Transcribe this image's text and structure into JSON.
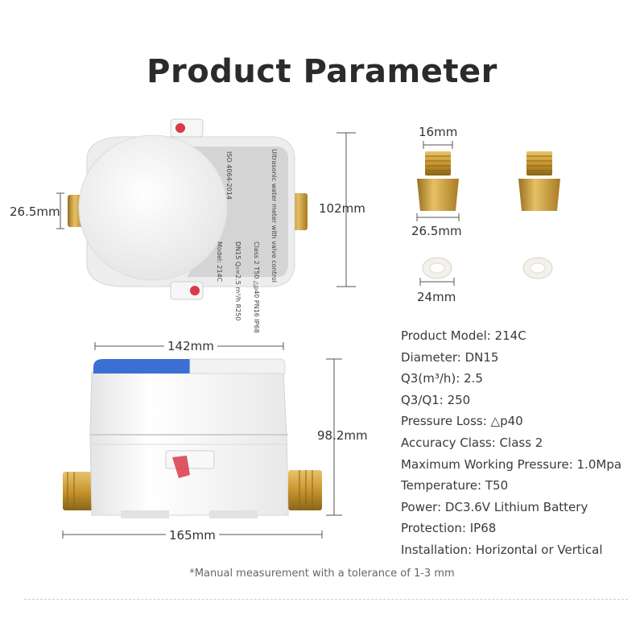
{
  "title": "Product Parameter",
  "dimensions": {
    "top_view_inlet": "26.5mm",
    "top_view_width": "102mm",
    "fitting_thread": "16mm",
    "fitting_width": "26.5mm",
    "washer": "24mm",
    "side_length": "142mm",
    "side_height": "98.2mm",
    "overall_length": "165mm"
  },
  "label_plate": {
    "line1": "ISO 4064-2014",
    "line2": "Model: 214C",
    "line3": "DN15  Q₃=2.5 m³/h  R250",
    "line4": "Class 2  T50  △p40  PN16  IP68",
    "line5": "Ultrasonic water meter with valve control"
  },
  "specs": [
    {
      "label": "Product Model",
      "value": "214C"
    },
    {
      "label": "Diameter",
      "value": "DN15"
    },
    {
      "label": "Q3(m³/h)",
      "value": "2.5"
    },
    {
      "label": "Q3/Q1",
      "value": "250"
    },
    {
      "label": "Pressure Loss",
      "value": "△p40"
    },
    {
      "label": "Accuracy Class",
      "value": "Class 2"
    },
    {
      "label": "Maximum Working Pressure",
      "value": "1.0Mpa"
    },
    {
      "label": "Temperature",
      "value": "T50"
    },
    {
      "label": "Power",
      "value": "DC3.6V Lithium Battery"
    },
    {
      "label": "Protection",
      "value": "IP68"
    },
    {
      "label": "Installation",
      "value": "Horizontal or Vertical"
    }
  ],
  "note": "*Manual measurement with a tolerance of 1-3 mm",
  "colors": {
    "brass": "#c8962e",
    "meter_body": "#f4f4f4",
    "label_plate": "#d8d8d8",
    "lid_blue": "#3b6fd4",
    "seal_red": "#d93a4a"
  }
}
